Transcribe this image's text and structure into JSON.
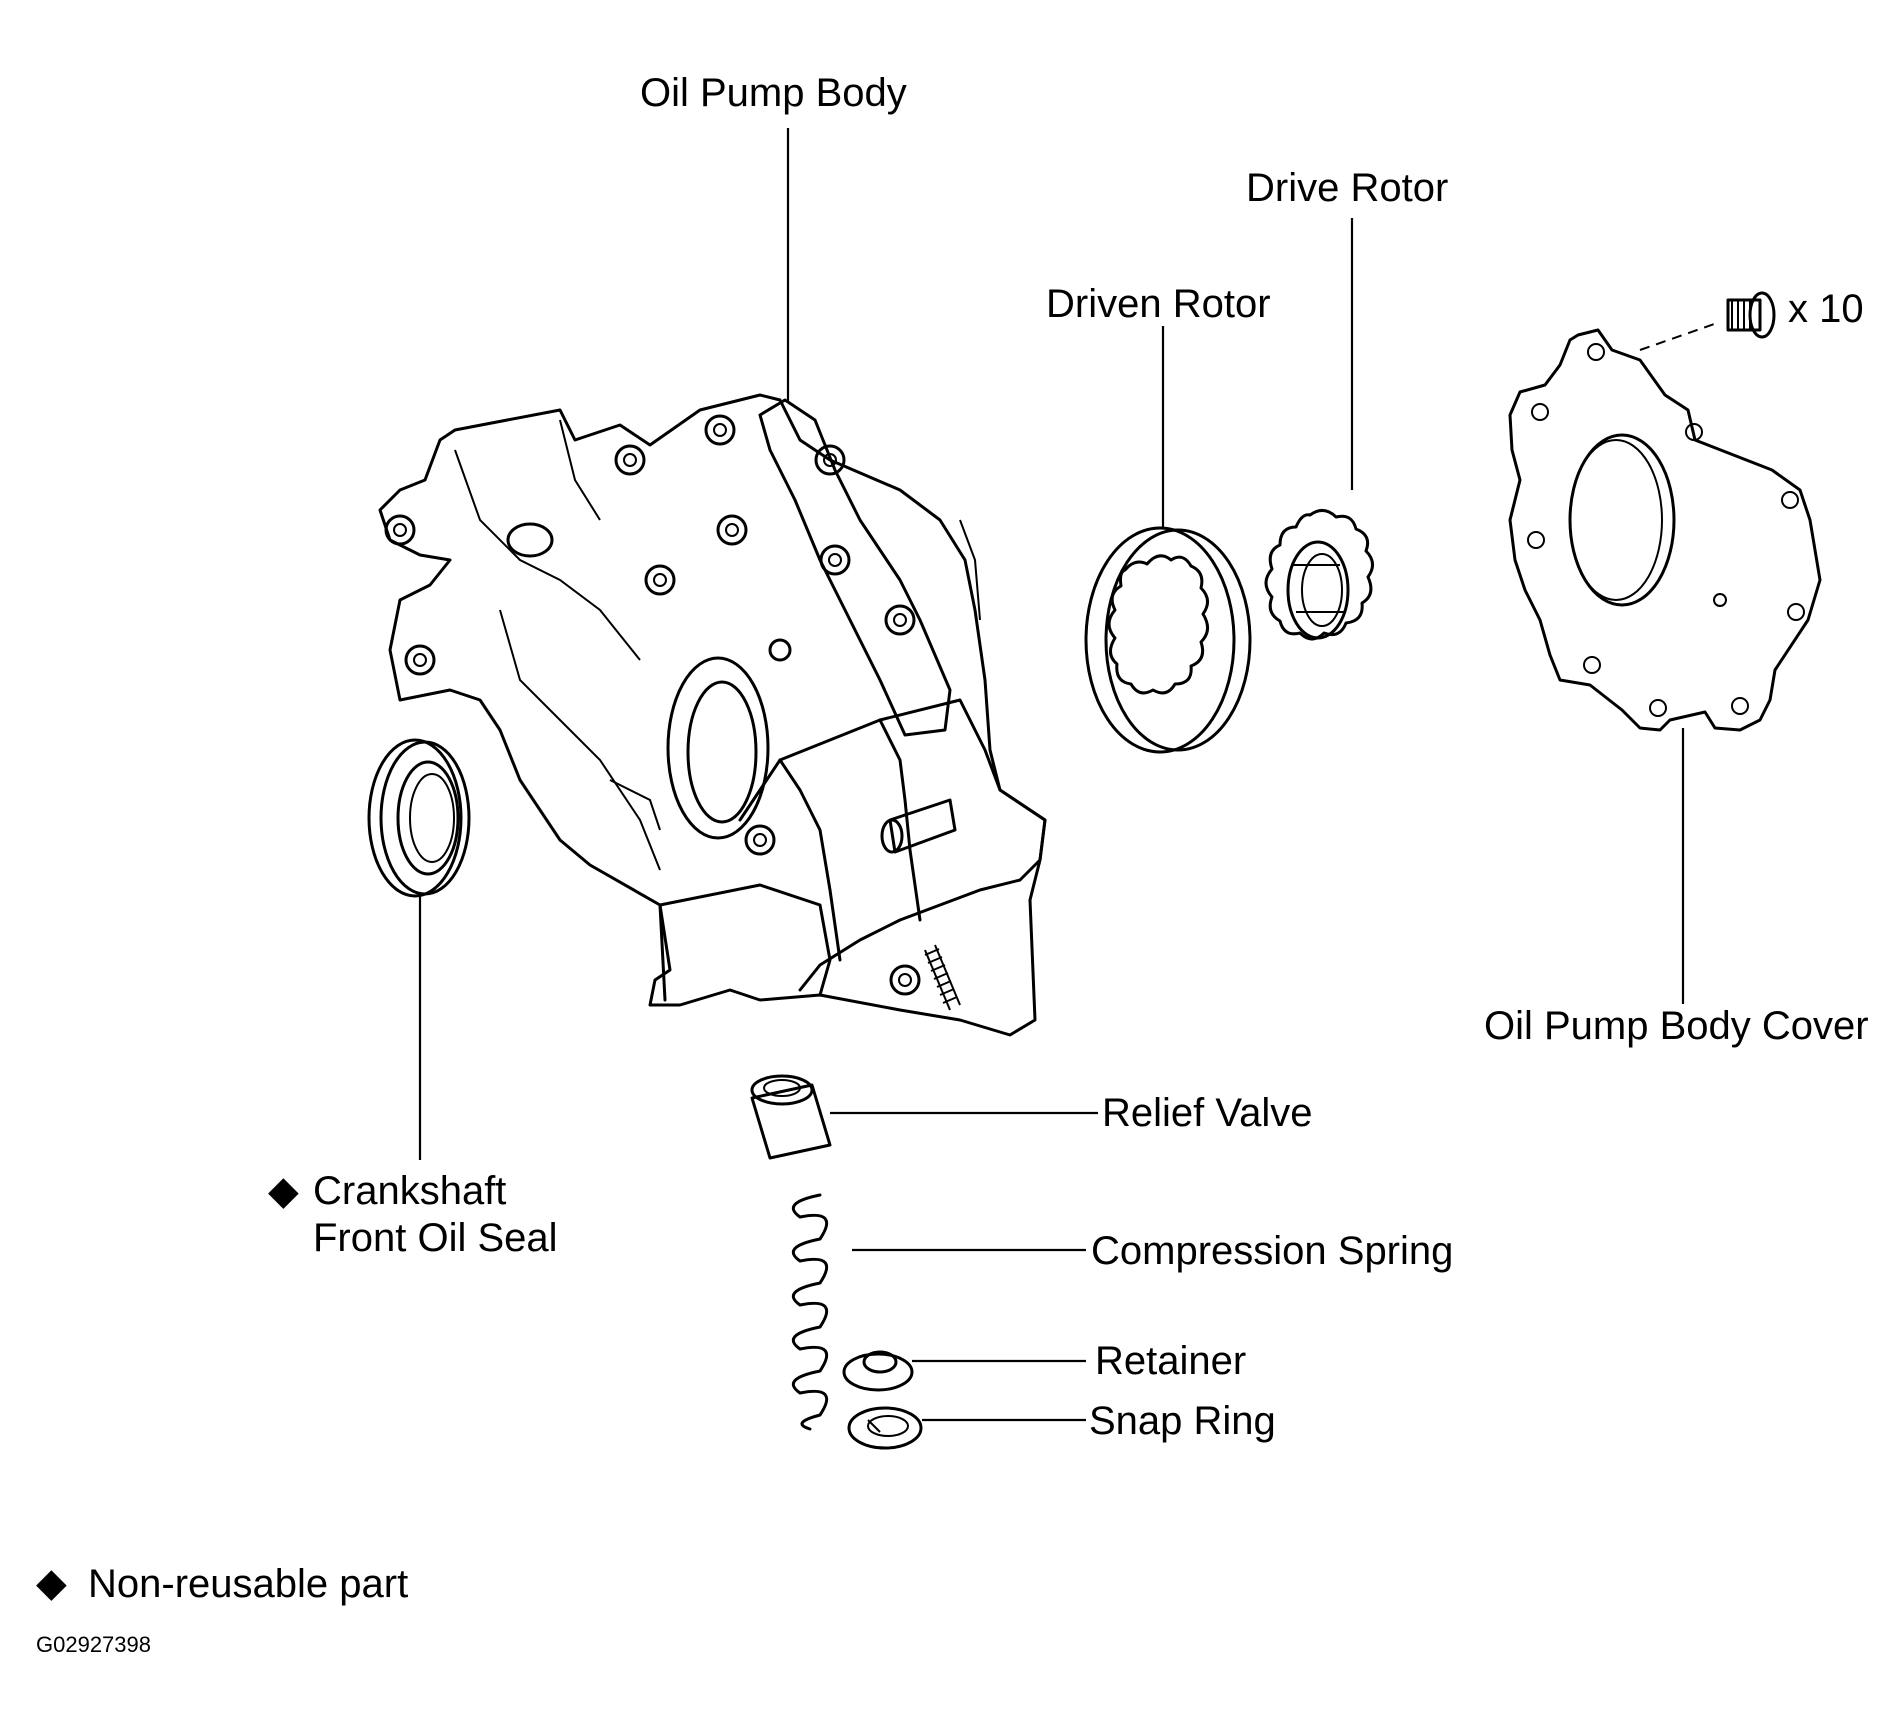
{
  "labels": {
    "oil_pump_body": "Oil Pump Body",
    "drive_rotor": "Drive Rotor",
    "driven_rotor": "Driven Rotor",
    "bolt_qty": "x 10",
    "oil_pump_body_cover": "Oil Pump Body Cover",
    "relief_valve": "Relief Valve",
    "crankshaft_line1": "Crankshaft",
    "crankshaft_line2": "Front Oil Seal",
    "compression_spring": "Compression Spring",
    "retainer": "Retainer",
    "snap_ring": "Snap Ring"
  },
  "legend": {
    "symbol": "◆",
    "text": "Non-reusable part"
  },
  "figure_code": "G02927398",
  "icons": {
    "non_reusable_marker": "diamond-icon"
  }
}
